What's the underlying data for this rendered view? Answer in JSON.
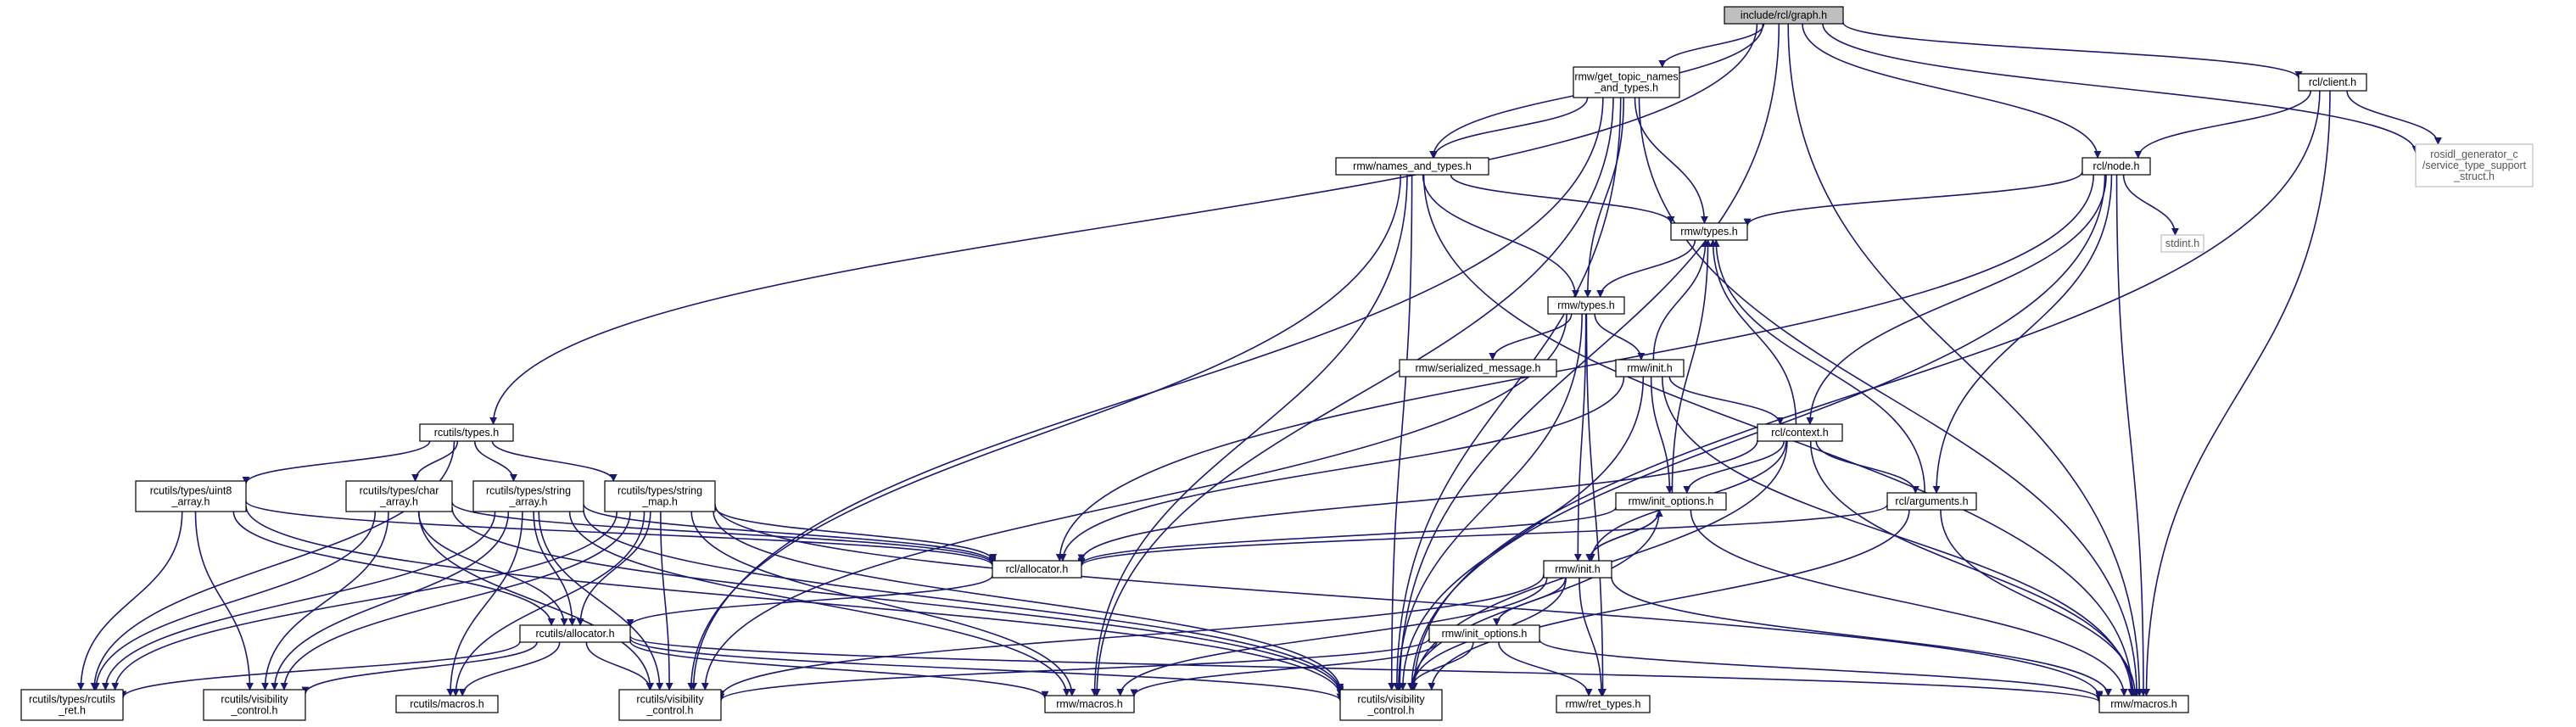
{
  "graph": {
    "title": "include/rcl/graph.h",
    "nodes": [
      {
        "id": "root",
        "label": [
          "include/rcl/graph.h"
        ]
      },
      {
        "id": "get_topic",
        "label": [
          "rmw/get_topic_names",
          "_and_types.h"
        ]
      },
      {
        "id": "client",
        "label": [
          "rcl/client.h"
        ]
      },
      {
        "id": "rosidl",
        "label": [
          "rosidl_generator_c",
          "/service_type_support",
          "_struct.h"
        ]
      },
      {
        "id": "names_types",
        "label": [
          "rmw/names_and_types.h"
        ]
      },
      {
        "id": "rcl_node",
        "label": [
          "rcl/node.h"
        ]
      },
      {
        "id": "rmw_types_top",
        "label": [
          "rmw/types.h"
        ]
      },
      {
        "id": "stdint",
        "label": [
          "stdint.h"
        ]
      },
      {
        "id": "rmw_types",
        "label": [
          "rmw/types.h"
        ]
      },
      {
        "id": "serialized",
        "label": [
          "rmw/serialized_message.h"
        ]
      },
      {
        "id": "rmw_init",
        "label": [
          "rmw/init.h"
        ]
      },
      {
        "id": "rcutils_types",
        "label": [
          "rcutils/types.h"
        ]
      },
      {
        "id": "context",
        "label": [
          "rcl/context.h"
        ]
      },
      {
        "id": "uint8",
        "label": [
          "rcutils/types/uint8",
          "_array.h"
        ]
      },
      {
        "id": "char_arr",
        "label": [
          "rcutils/types/char",
          "_array.h"
        ]
      },
      {
        "id": "string_arr",
        "label": [
          "rcutils/types/string",
          "_array.h"
        ]
      },
      {
        "id": "string_map",
        "label": [
          "rcutils/types/string",
          "_map.h"
        ]
      },
      {
        "id": "init_options",
        "label": [
          "rmw/init_options.h"
        ]
      },
      {
        "id": "arguments",
        "label": [
          "rcl/arguments.h"
        ]
      },
      {
        "id": "rcl_alloc",
        "label": [
          "rcl/allocator.h"
        ]
      },
      {
        "id": "rmw_init2",
        "label": [
          "rmw/init.h"
        ]
      },
      {
        "id": "rcutils_alloc",
        "label": [
          "rcutils/allocator.h"
        ]
      },
      {
        "id": "init_options2",
        "label": [
          "rmw/init_options.h"
        ]
      },
      {
        "id": "ret",
        "label": [
          "rcutils/types/rcutils",
          "_ret.h"
        ]
      },
      {
        "id": "vis1",
        "label": [
          "rcutils/visibility",
          "_control.h"
        ]
      },
      {
        "id": "cmacros",
        "label": [
          "rcutils/macros.h"
        ]
      },
      {
        "id": "vis2",
        "label": [
          "rcutils/visibility",
          "_control.h"
        ]
      },
      {
        "id": "rmw_macros_mid",
        "label": [
          "rmw/macros.h"
        ]
      },
      {
        "id": "vis3",
        "label": [
          "rcutils/visibility",
          "_control.h"
        ]
      },
      {
        "id": "ret_types",
        "label": [
          "rmw/ret_types.h"
        ]
      },
      {
        "id": "rmw_macros",
        "label": [
          "rmw/macros.h"
        ]
      }
    ]
  }
}
